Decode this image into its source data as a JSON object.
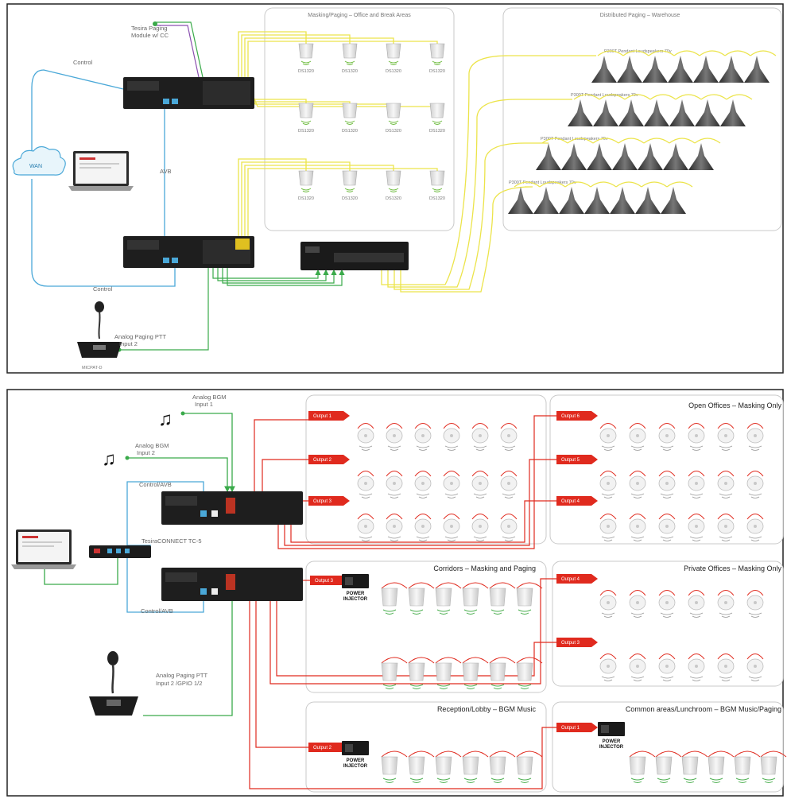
{
  "panel1": {
    "zones": {
      "office": "Masking/Paging – Office and Break Areas",
      "warehouse": "Distributed Paging – Warehouse"
    },
    "labels": {
      "tc_module": "Tesira Paging\nModule w/ CC",
      "control_top": "Control",
      "control_bottom": "Control",
      "wan": "WAN",
      "avb": "AVB",
      "analog_ptt": "Analog Paging PTT\nInput 2",
      "mic": "MICPAT-D"
    },
    "speaker_model": "DS1320",
    "pendant_rows": [
      "P300T Pendant Loudspeakers 70v",
      "P300T Pendant Loudspeakers 70v",
      "P300T Pendant Loudspeakers 70v",
      "P300T Pendant Loudspeakers 70v"
    ]
  },
  "panel2": {
    "zones": {
      "open_offices": "Open Offices – Masking Only",
      "corridors": "Corridors – Masking and Paging",
      "private_offices": "Private Offices – Masking Only",
      "reception": "Reception/Lobby – BGM Music",
      "common": "Common areas/Lunchroom – BGM Music/Paging"
    },
    "labels": {
      "bgm1": "Analog BGM\nInput 1",
      "bgm2": "Analog BGM\nInput 2",
      "control_top": "Control/AVB",
      "control_bottom": "Control/AVB",
      "tc5": "TesiraCONNECT TC-5",
      "analog_ptt": "Analog Paging PTT\nInput 2 /GPIO 1/2",
      "power_injector": "POWER\nINJECTOR"
    },
    "outputs": {
      "o1": "Output 1",
      "o2": "Output 2",
      "o3": "Output 3",
      "o4": "Output 4",
      "o5": "Output 5",
      "o6": "Output 6",
      "p1": "Output 1",
      "p2": "Output 2",
      "p3": "Output 3",
      "p4": "Output 4"
    }
  },
  "colors": {
    "control": "#4aa8d8",
    "avb": "#2fae8a",
    "green": "#3aaa4a",
    "purple": "#8a4fb0",
    "yellow": "#ece44a",
    "red": "#e02a1e",
    "frame": "#222222"
  }
}
